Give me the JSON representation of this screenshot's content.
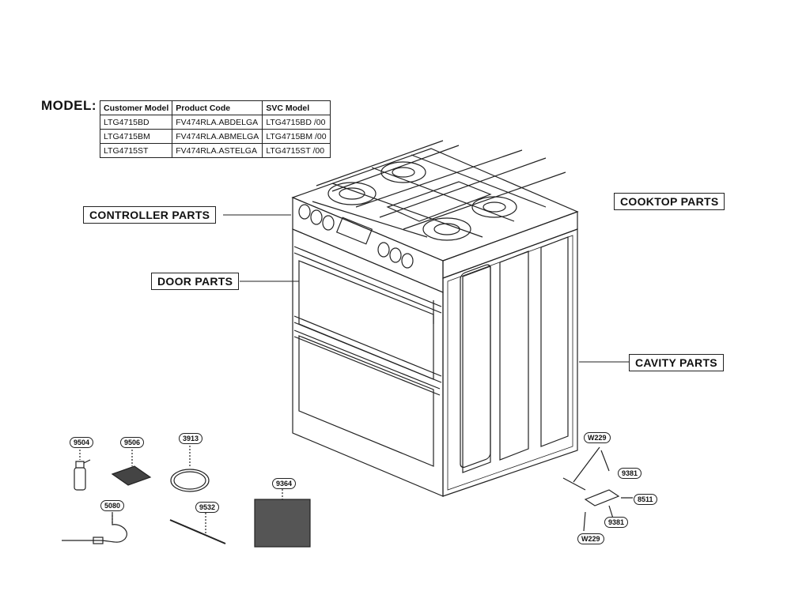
{
  "model": {
    "label": "MODEL:",
    "headers": [
      "Customer Model",
      "Product Code",
      "SVC Model"
    ],
    "rows": [
      [
        "LTG4715BD",
        "FV474RLA.ABDELGA",
        "LTG4715BD /00"
      ],
      [
        "LTG4715BM",
        "FV474RLA.ABMELGA",
        "LTG4715BM /00"
      ],
      [
        "LTG4715ST",
        "FV474RLA.ASTELGA",
        "LTG4715ST /00"
      ]
    ]
  },
  "sections": {
    "controller": "CONTROLLER  PARTS",
    "door": "DOOR PARTS",
    "cooktop": "COOKTOP PARTS",
    "cavity": "CAVITY PARTS"
  },
  "refs": {
    "p9504": "9504",
    "p9506": "9506",
    "p3913": "3913",
    "p9364": "9364",
    "p5080": "5080",
    "p9532": "9532",
    "w229_top": "W229",
    "p9381_top": "9381",
    "p8511": "8511",
    "p9381_bottom": "9381",
    "w229_bottom": "W229"
  }
}
